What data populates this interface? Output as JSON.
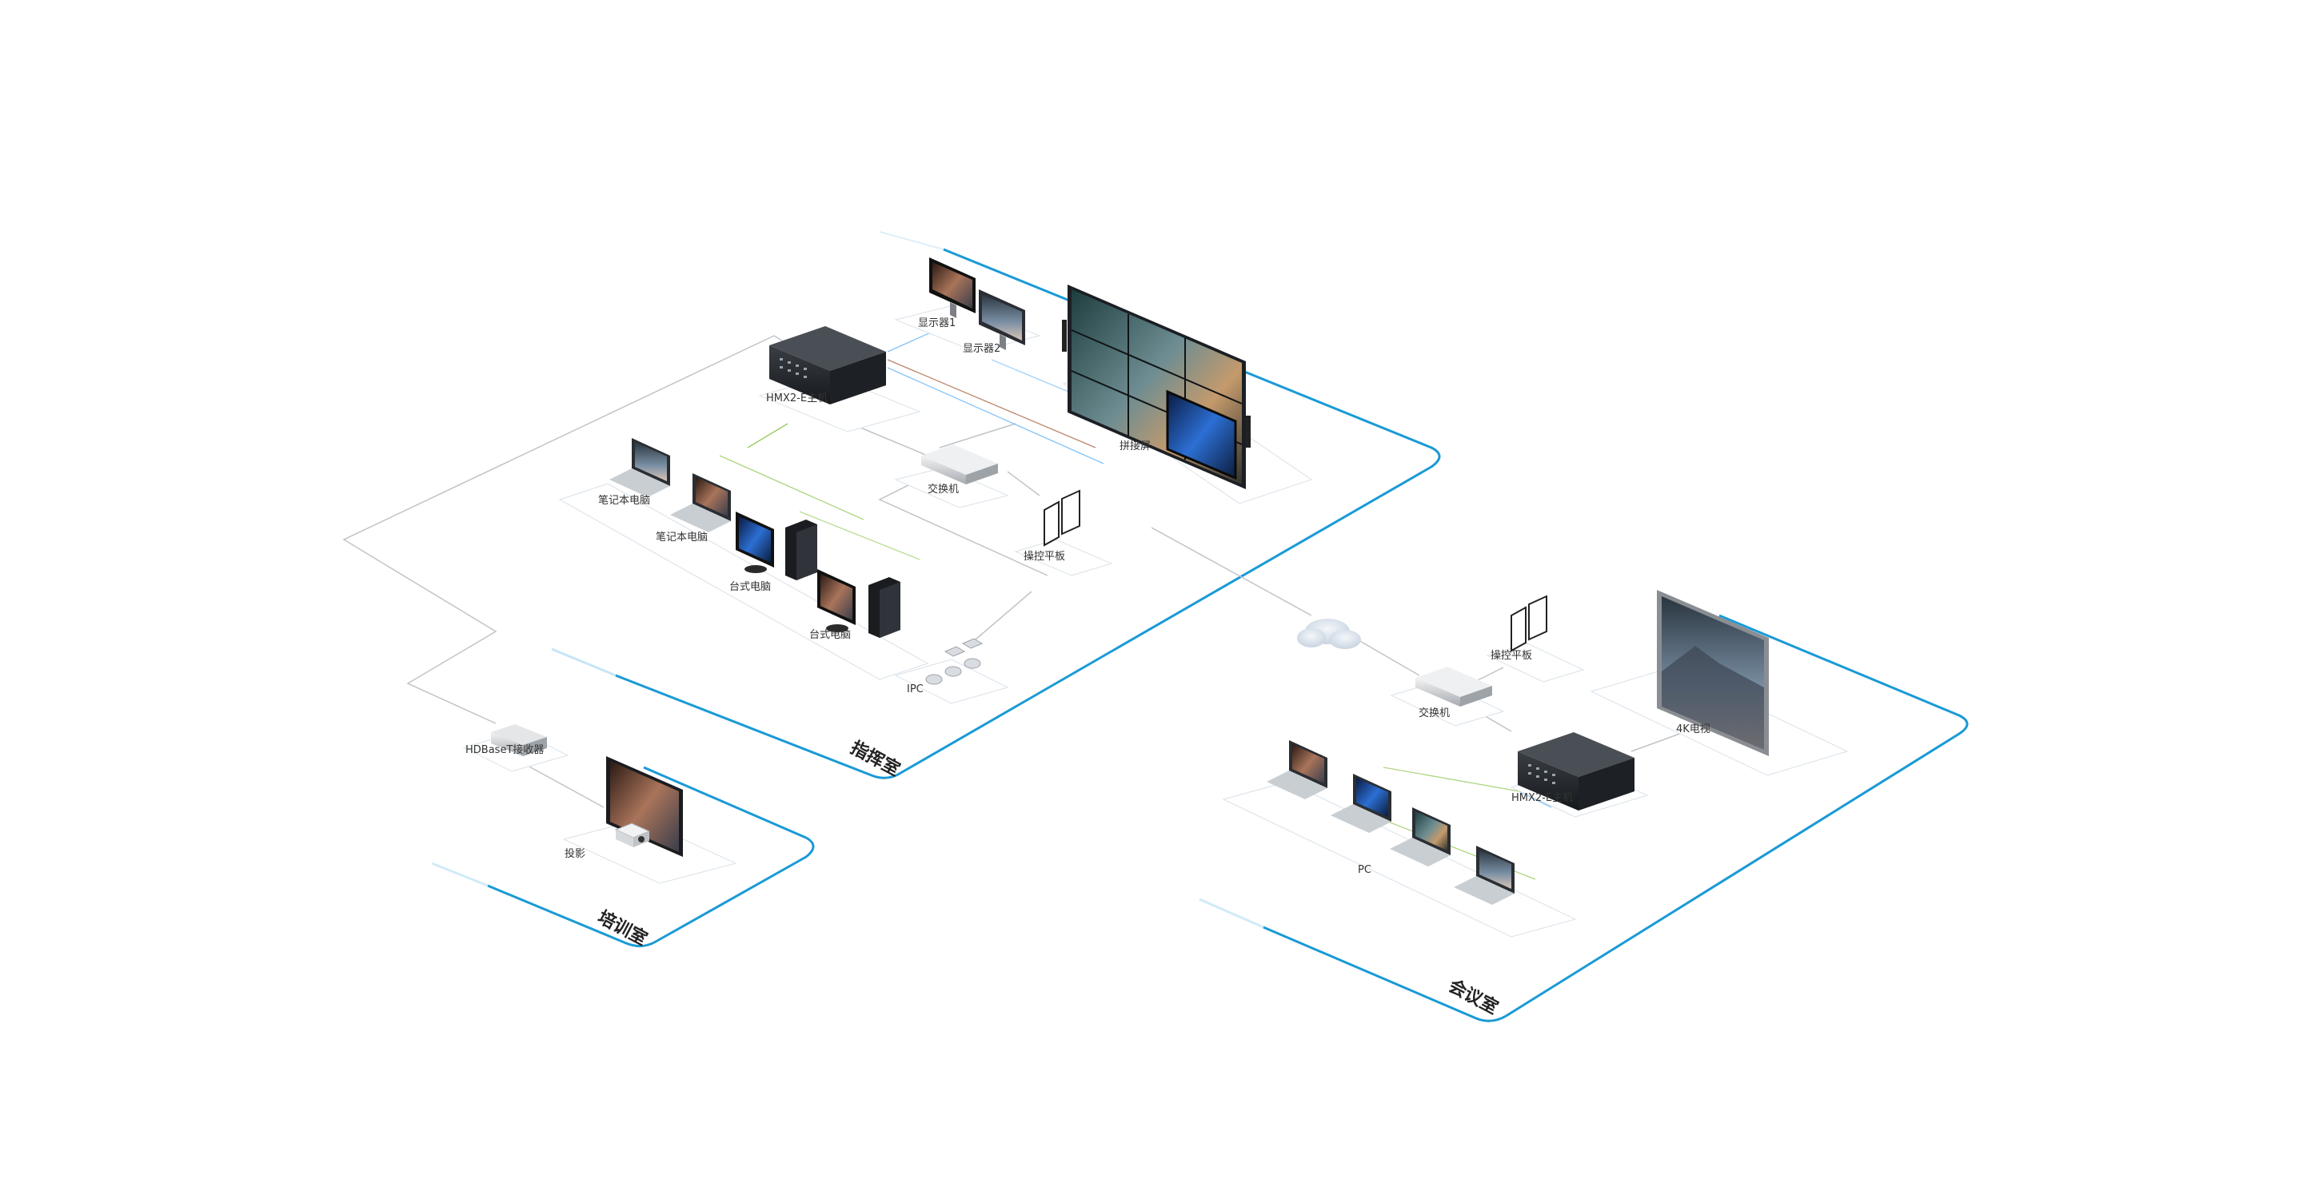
{
  "zones": {
    "command": "指挥室",
    "training": "培训室",
    "meeting": "会议室"
  },
  "devices": {
    "monitor1": "显示器1",
    "monitor2": "显示器2",
    "host_command": "HMX2-E主机",
    "videowall": "拼接屏",
    "switch_command": "交换机",
    "control_pad_command": "操控平板",
    "laptop1": "笔记本电脑",
    "laptop2": "笔记本电脑",
    "desktop1": "台式电脑",
    "desktop2": "台式电脑",
    "ipc": "IPC",
    "hdbaset_receiver": "HDBaseT接收器",
    "projector": "投影",
    "switch_meeting": "交换机",
    "control_pad_meeting": "操控平板",
    "tv_4k": "4K电视",
    "host_meeting": "HMX2-E主机",
    "pc_group": "PC"
  },
  "colors": {
    "zone_border": "#1a9ad6",
    "line_gray": "#bfc4c8",
    "line_green": "#8bc34a",
    "line_brown": "#a0522d",
    "line_blue": "#64b5f6"
  }
}
